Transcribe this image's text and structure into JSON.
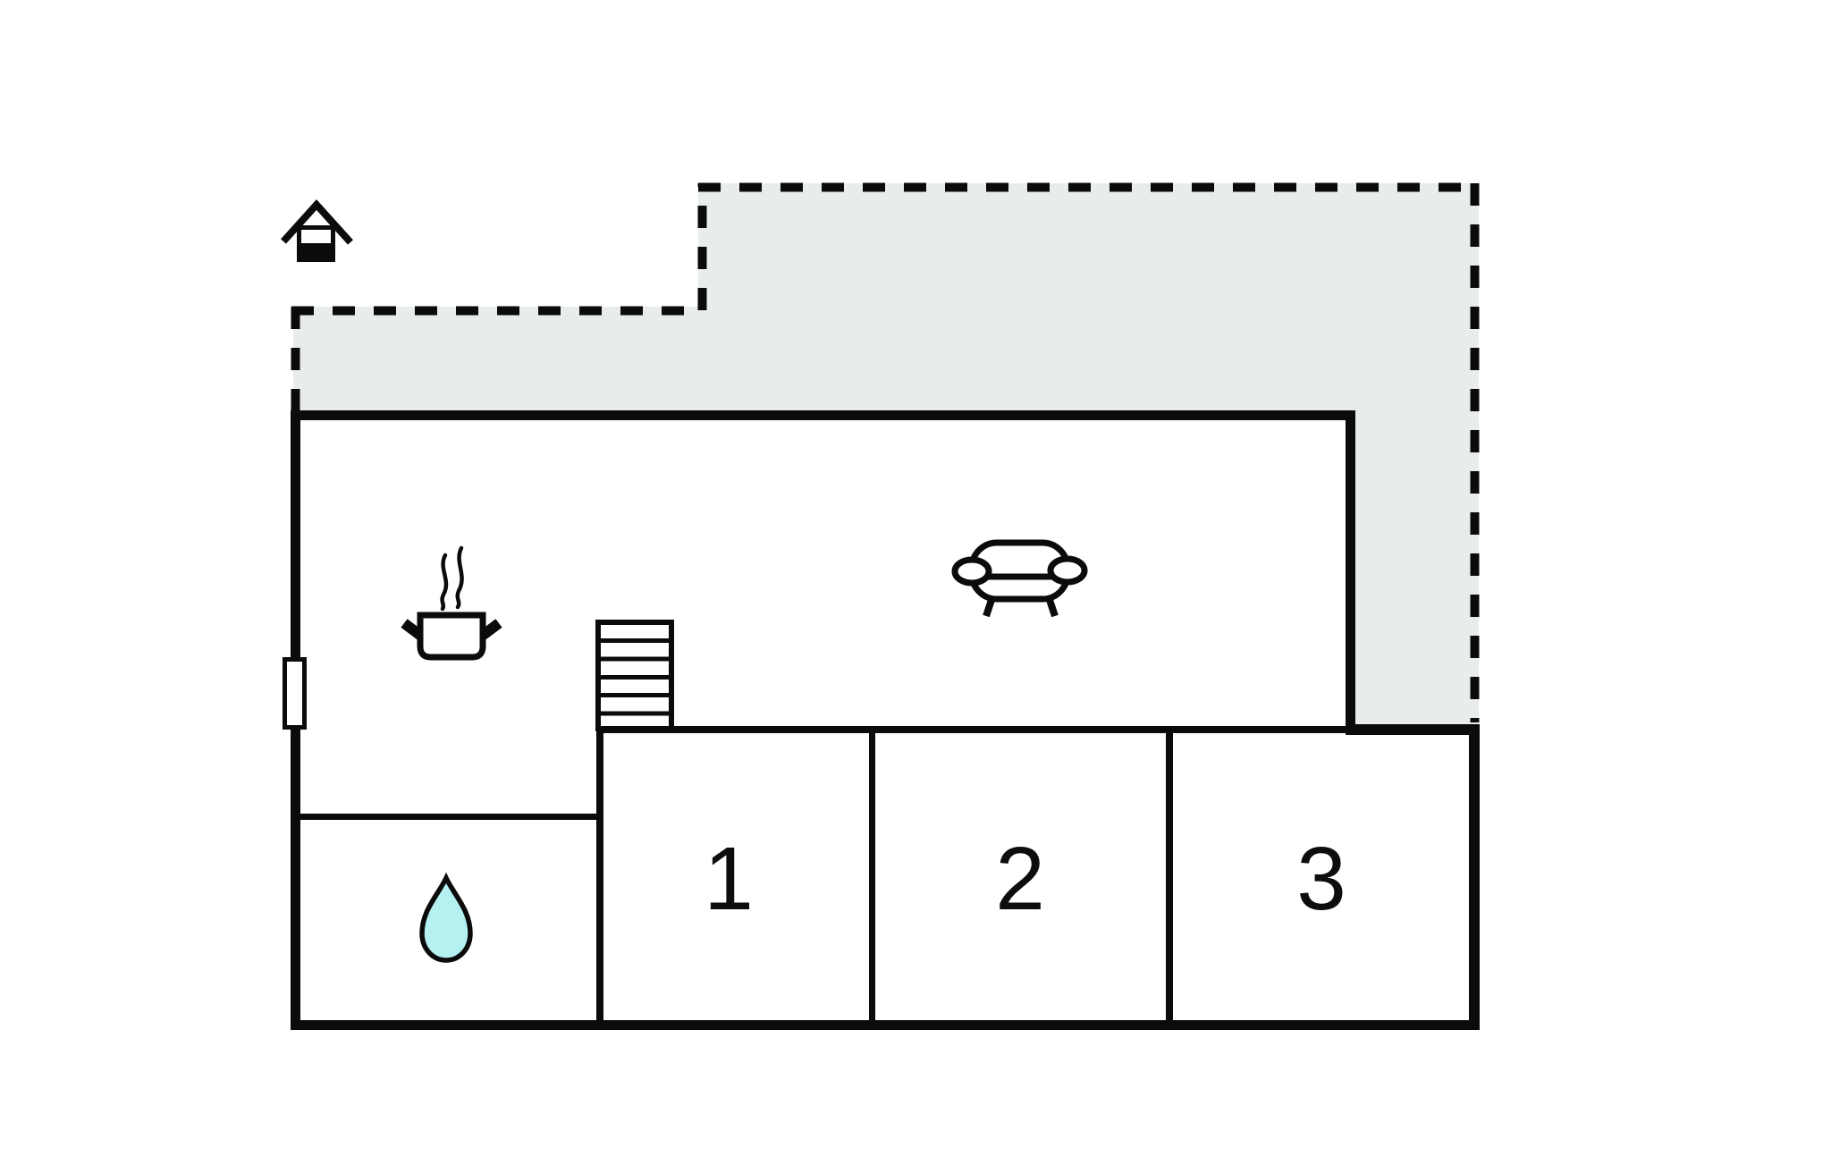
{
  "floorplan": {
    "room_labels": [
      "1",
      "2",
      "3"
    ],
    "icons": [
      "house-icon",
      "steam-icon",
      "cooking-pot-icon",
      "stairs-icon",
      "sofa-icon",
      "window-marker-icon",
      "water-drop-icon"
    ],
    "colors": {
      "walls": "#0b0b0b",
      "terrace": "#e8edeb",
      "water": "#b5f1f1",
      "background": "#ffffff"
    }
  }
}
